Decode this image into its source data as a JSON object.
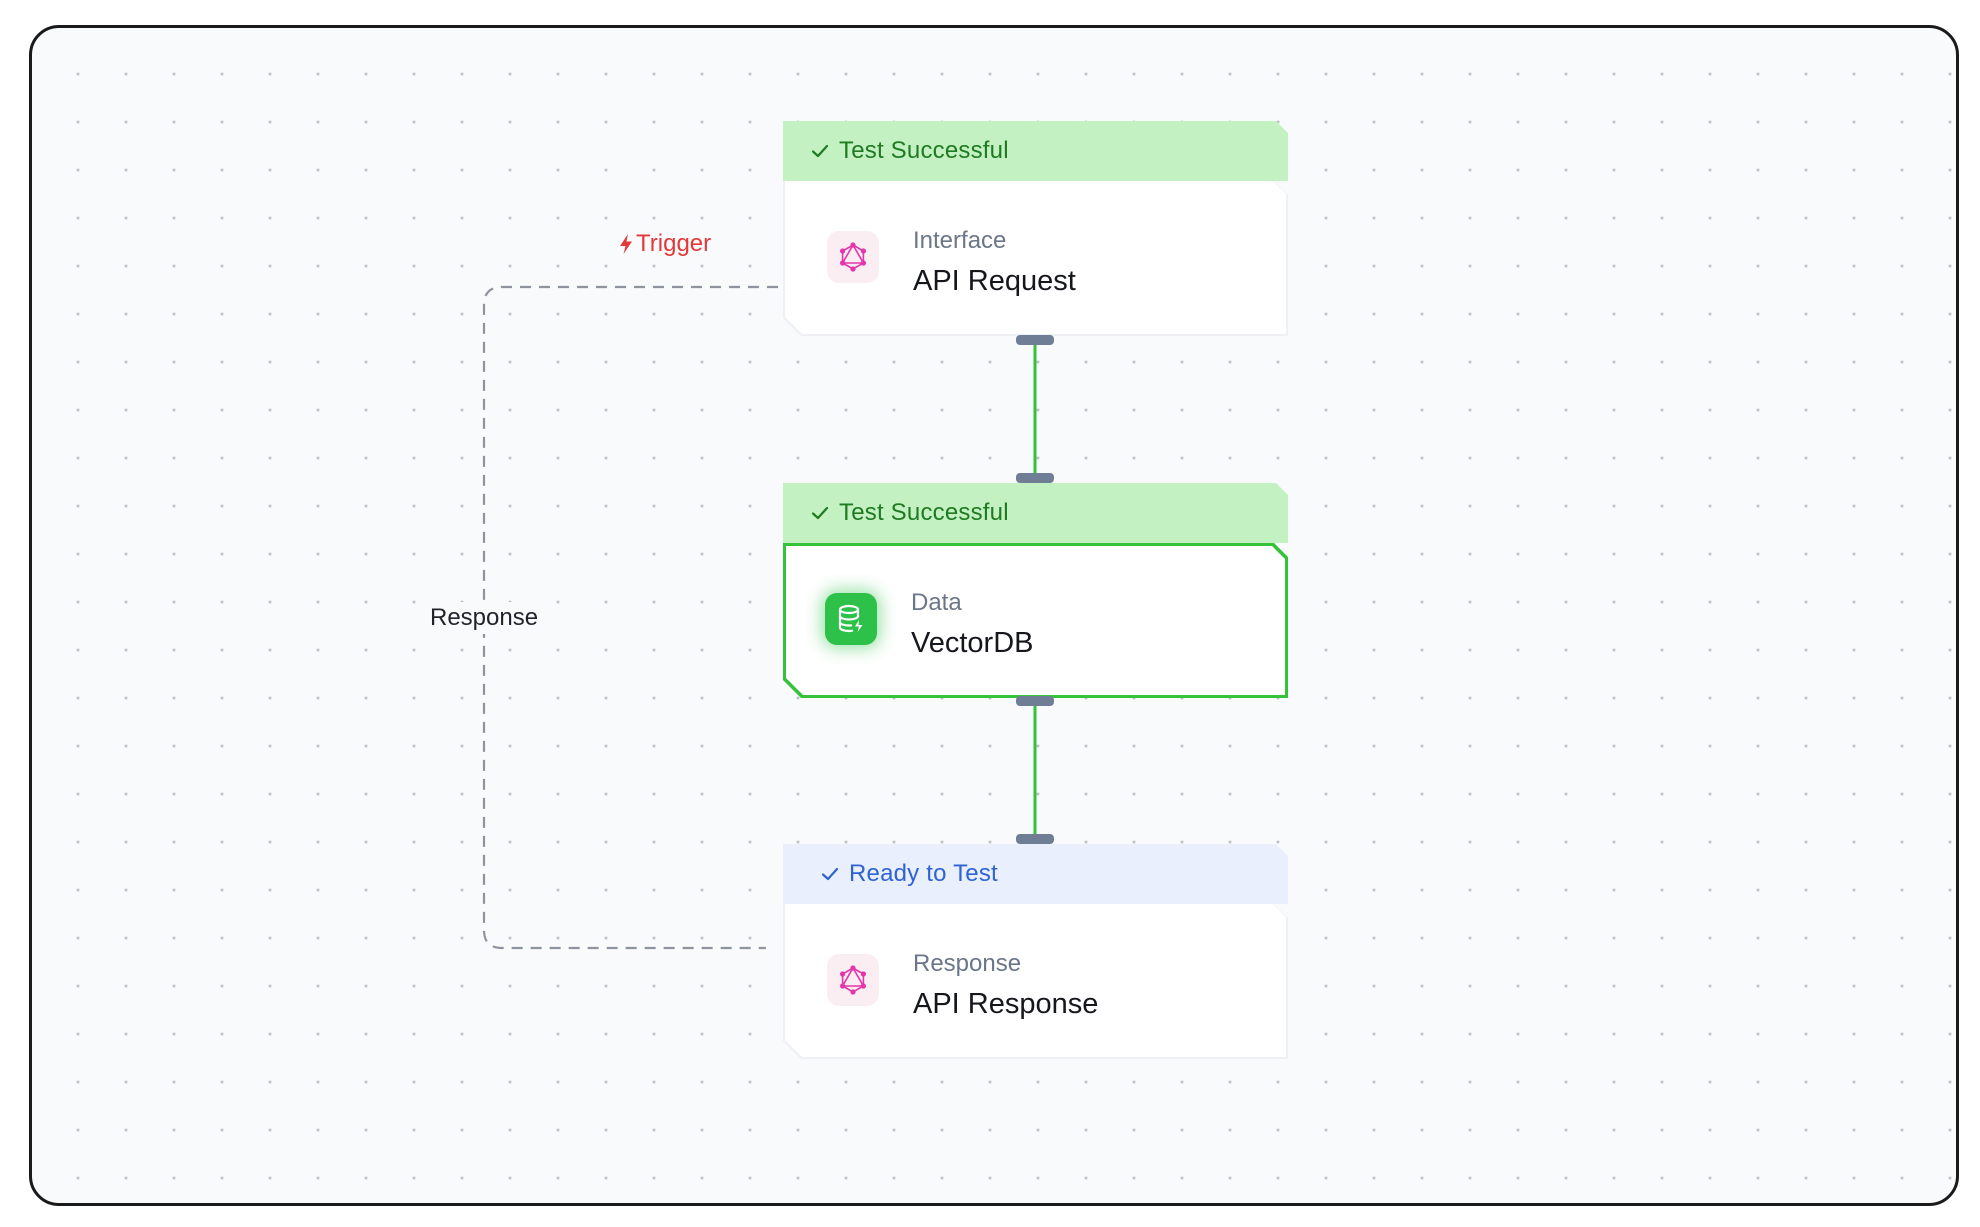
{
  "nodes": [
    {
      "status": "Test Successful",
      "status_type": "success",
      "category": "Interface",
      "title": "API Request",
      "icon": "graphql-icon"
    },
    {
      "status": "Test Successful",
      "status_type": "success",
      "category": "Data",
      "title": "VectorDB",
      "icon": "database-icon",
      "selected": true
    },
    {
      "status": "Ready to Test",
      "status_type": "ready",
      "category": "Response",
      "title": "API Response",
      "icon": "graphql-icon"
    }
  ],
  "edges": {
    "trigger_label": "Trigger",
    "response_label": "Response"
  },
  "colors": {
    "success_bg": "#c3f1c2",
    "success_text": "#1f7a22",
    "ready_bg": "#e9effc",
    "ready_text": "#2f63d4",
    "connector": "#34c23a",
    "handle": "#6f7e95",
    "trigger": "#e23a3a",
    "graphql_pink": "#e535ab"
  }
}
